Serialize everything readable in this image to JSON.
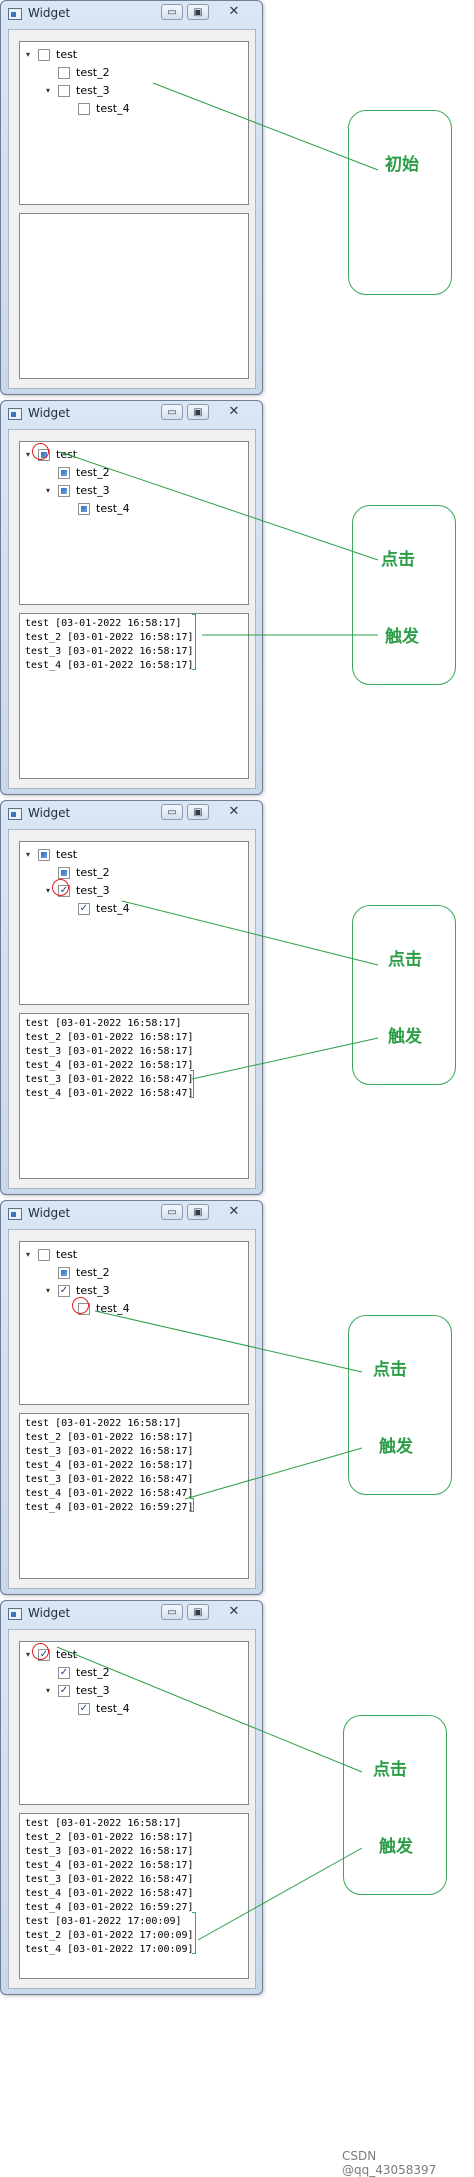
{
  "panels": [
    {
      "window_title": "Widget",
      "tree": [
        {
          "label": "test",
          "state": "unchecked",
          "level": 0,
          "expander": "▾"
        },
        {
          "label": "test_2",
          "state": "unchecked",
          "level": 1,
          "expander": ""
        },
        {
          "label": "test_3",
          "state": "unchecked",
          "level": 1,
          "expander": "▾"
        },
        {
          "label": "test_4",
          "state": "unchecked",
          "level": 2,
          "expander": ""
        }
      ],
      "log": [],
      "annotations": [
        "初始"
      ]
    },
    {
      "window_title": "Widget",
      "tree": [
        {
          "label": "test",
          "state": "partial",
          "level": 0,
          "expander": "▾"
        },
        {
          "label": "test_2",
          "state": "partial",
          "level": 1,
          "expander": ""
        },
        {
          "label": "test_3",
          "state": "partial",
          "level": 1,
          "expander": "▾"
        },
        {
          "label": "test_4",
          "state": "partial",
          "level": 2,
          "expander": ""
        }
      ],
      "log": [
        "test [03-01-2022 16:58:17]",
        "test_2 [03-01-2022 16:58:17]",
        "test_3 [03-01-2022 16:58:17]",
        "test_4 [03-01-2022 16:58:17]"
      ],
      "annotations": [
        "点击",
        "触发"
      ]
    },
    {
      "window_title": "Widget",
      "tree": [
        {
          "label": "test",
          "state": "partial",
          "level": 0,
          "expander": "▾"
        },
        {
          "label": "test_2",
          "state": "partial",
          "level": 1,
          "expander": ""
        },
        {
          "label": "test_3",
          "state": "checked",
          "level": 1,
          "expander": "▾"
        },
        {
          "label": "test_4",
          "state": "checked",
          "level": 2,
          "expander": ""
        }
      ],
      "log": [
        "test [03-01-2022 16:58:17]",
        "test_2 [03-01-2022 16:58:17]",
        "test_3 [03-01-2022 16:58:17]",
        "test_4 [03-01-2022 16:58:17]",
        "test_3 [03-01-2022 16:58:47]",
        "test_4 [03-01-2022 16:58:47]"
      ],
      "annotations": [
        "点击",
        "触发"
      ]
    },
    {
      "window_title": "Widget",
      "tree": [
        {
          "label": "test",
          "state": "unchecked",
          "level": 0,
          "expander": "▾"
        },
        {
          "label": "test_2",
          "state": "partial",
          "level": 1,
          "expander": ""
        },
        {
          "label": "test_3",
          "state": "checked",
          "level": 1,
          "expander": "▾"
        },
        {
          "label": "test_4",
          "state": "unchecked",
          "level": 2,
          "expander": ""
        }
      ],
      "log": [
        "test [03-01-2022 16:58:17]",
        "test_2 [03-01-2022 16:58:17]",
        "test_3 [03-01-2022 16:58:17]",
        "test_4 [03-01-2022 16:58:17]",
        "test_3 [03-01-2022 16:58:47]",
        "test_4 [03-01-2022 16:58:47]",
        "test_4 [03-01-2022 16:59:27]"
      ],
      "annotations": [
        "点击",
        "触发"
      ]
    },
    {
      "window_title": "Widget",
      "tree": [
        {
          "label": "test",
          "state": "checked",
          "level": 0,
          "expander": "▾"
        },
        {
          "label": "test_2",
          "state": "checked",
          "level": 1,
          "expander": ""
        },
        {
          "label": "test_3",
          "state": "checked",
          "level": 1,
          "expander": "▾"
        },
        {
          "label": "test_4",
          "state": "checked",
          "level": 2,
          "expander": ""
        }
      ],
      "log": [
        "test [03-01-2022 16:58:17]",
        "test_2 [03-01-2022 16:58:17]",
        "test_3 [03-01-2022 16:58:17]",
        "test_4 [03-01-2022 16:58:17]",
        "test_3 [03-01-2022 16:58:47]",
        "test_4 [03-01-2022 16:58:47]",
        "test_4 [03-01-2022 16:59:27]",
        "test [03-01-2022 17:00:09]",
        "test_2 [03-01-2022 17:00:09]",
        "test_4 [03-01-2022 17:00:09]"
      ],
      "annotations": [
        "点击",
        "触发"
      ]
    }
  ],
  "controls": {
    "minimize": "▭",
    "maximize": "▣",
    "close": "✕"
  },
  "colors": {
    "annotation": "#2b9e47",
    "highlight": "#e02020",
    "tree_check": "#1b3f86"
  },
  "watermark": "CSDN @qq_43058397"
}
